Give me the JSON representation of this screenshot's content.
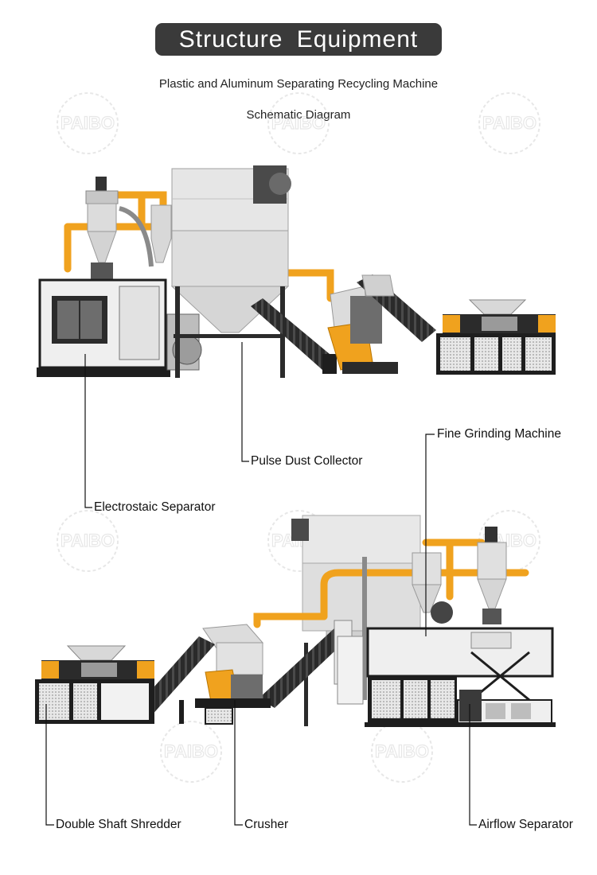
{
  "header": {
    "banner": "Structure  Equipment",
    "subtitle": "Plastic and Aluminum Separating Recycling Machine",
    "subtitle2": "Schematic Diagram"
  },
  "watermark": {
    "text": "PAIBO"
  },
  "labels": {
    "pulse_dust_collector": "Pulse Dust Collector",
    "electrostatic_separator": "Electrostaic Separator",
    "fine_grinding_machine": "Fine Grinding Machine",
    "double_shaft_shredder": "Double Shaft Shredder",
    "crusher": "Crusher",
    "airflow_separator": "Airflow Separator"
  },
  "colors": {
    "banner": "#3a3a3a",
    "pipe_orange": "#f0a21e",
    "machine_grey": "#d9d9d9",
    "frame_dark": "#1e1e1e",
    "panel_light": "#efefef"
  }
}
